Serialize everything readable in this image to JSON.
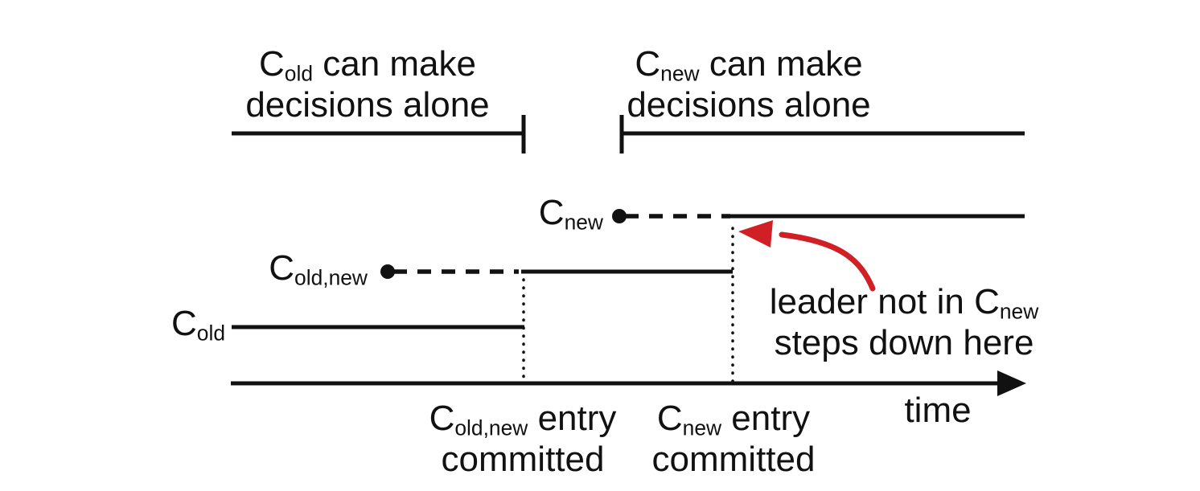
{
  "figure": {
    "description": "timeline-diagram-of-cluster-configuration-transition",
    "colors": {
      "ink": "#111111",
      "red_accent": "#d11f26",
      "background": "#ffffff"
    }
  },
  "top_left": {
    "c": "C",
    "sub": "old",
    "rest": " can make",
    "line2": "decisions alone"
  },
  "top_right": {
    "c": "C",
    "sub": "new",
    "rest": " can make",
    "line2": "decisions alone"
  },
  "rows": {
    "c_new": {
      "c": "C",
      "sub": "new"
    },
    "c_old_new": {
      "c": "C",
      "sub": "old,new"
    },
    "c_old": {
      "c": "C",
      "sub": "old"
    }
  },
  "annotations": {
    "leader_note": {
      "line1_pre": "leader not in C",
      "line1_sub": "new",
      "line2": "steps down here"
    },
    "commit_old_new": {
      "c": "C",
      "sub": "old,new",
      "rest": " entry",
      "line2": "committed"
    },
    "commit_new": {
      "c": "C",
      "sub": "new",
      "rest": " entry",
      "line2": "committed"
    },
    "time_label": "time"
  }
}
